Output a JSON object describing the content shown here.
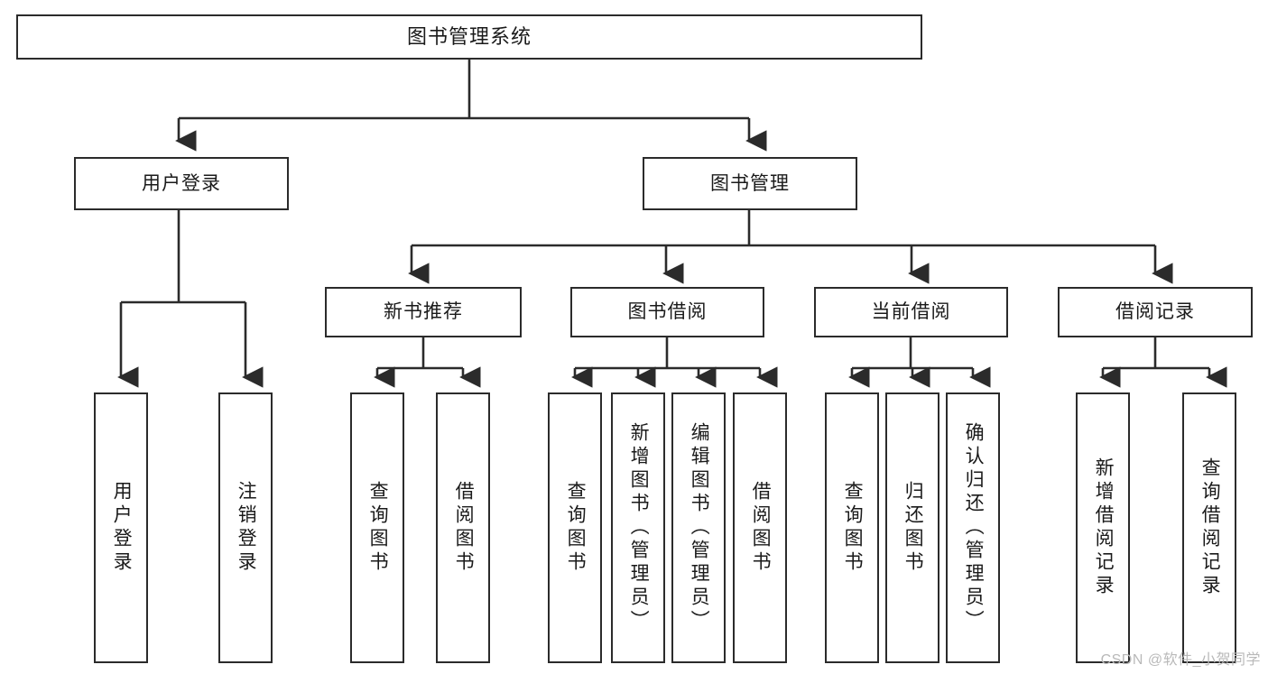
{
  "diagram": {
    "title": "图书管理系统",
    "type": "tree-hierarchy",
    "colors": {
      "stroke": "#2b2b2b",
      "fill": "#ffffff",
      "text": "#1a1a1a",
      "watermark": "#b9b9b9"
    },
    "root": {
      "label": "图书管理系统"
    },
    "level1": [
      {
        "label": "用户登录"
      },
      {
        "label": "图书管理"
      }
    ],
    "level2": [
      {
        "label": "新书推荐"
      },
      {
        "label": "图书借阅"
      },
      {
        "label": "当前借阅"
      },
      {
        "label": "借阅记录"
      }
    ],
    "leaves": {
      "user_login": [
        {
          "label": "用户登录"
        },
        {
          "label": "注销登录"
        }
      ],
      "new_book_recommend": [
        {
          "label": "查询图书"
        },
        {
          "label": "借阅图书"
        }
      ],
      "book_borrow": [
        {
          "label": "查询图书"
        },
        {
          "label": "新增图书（管理员）"
        },
        {
          "label": "编辑图书（管理员）"
        },
        {
          "label": "借阅图书"
        }
      ],
      "current_borrow": [
        {
          "label": "查询图书"
        },
        {
          "label": "归还图书"
        },
        {
          "label": "确认归还（管理员）"
        }
      ],
      "borrow_record": [
        {
          "label": "新增借阅记录"
        },
        {
          "label": "查询借阅记录"
        }
      ]
    }
  },
  "watermark": {
    "text": "CSDN @软件_小贺同学"
  }
}
